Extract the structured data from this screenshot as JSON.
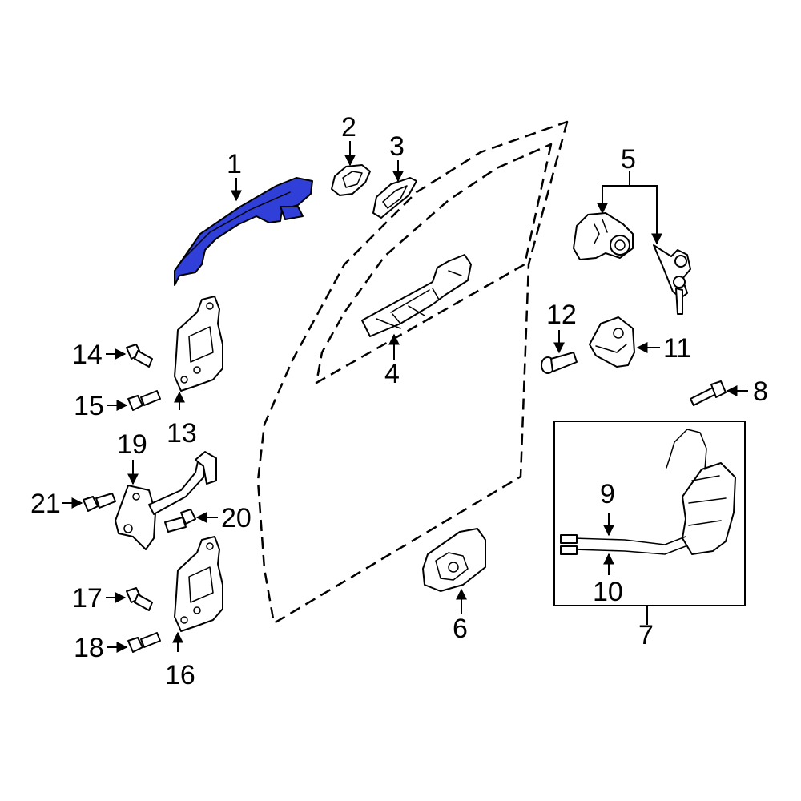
{
  "diagram": {
    "highlight_color": "#2f3fd8",
    "callouts": {
      "c1": "1",
      "c2": "2",
      "c3": "3",
      "c4": "4",
      "c5": "5",
      "c6": "6",
      "c7": "7",
      "c8": "8",
      "c9": "9",
      "c10": "10",
      "c11": "11",
      "c12": "12",
      "c13": "13",
      "c14": "14",
      "c15": "15",
      "c16": "16",
      "c17": "17",
      "c18": "18",
      "c19": "19",
      "c20": "20",
      "c21": "21"
    }
  }
}
